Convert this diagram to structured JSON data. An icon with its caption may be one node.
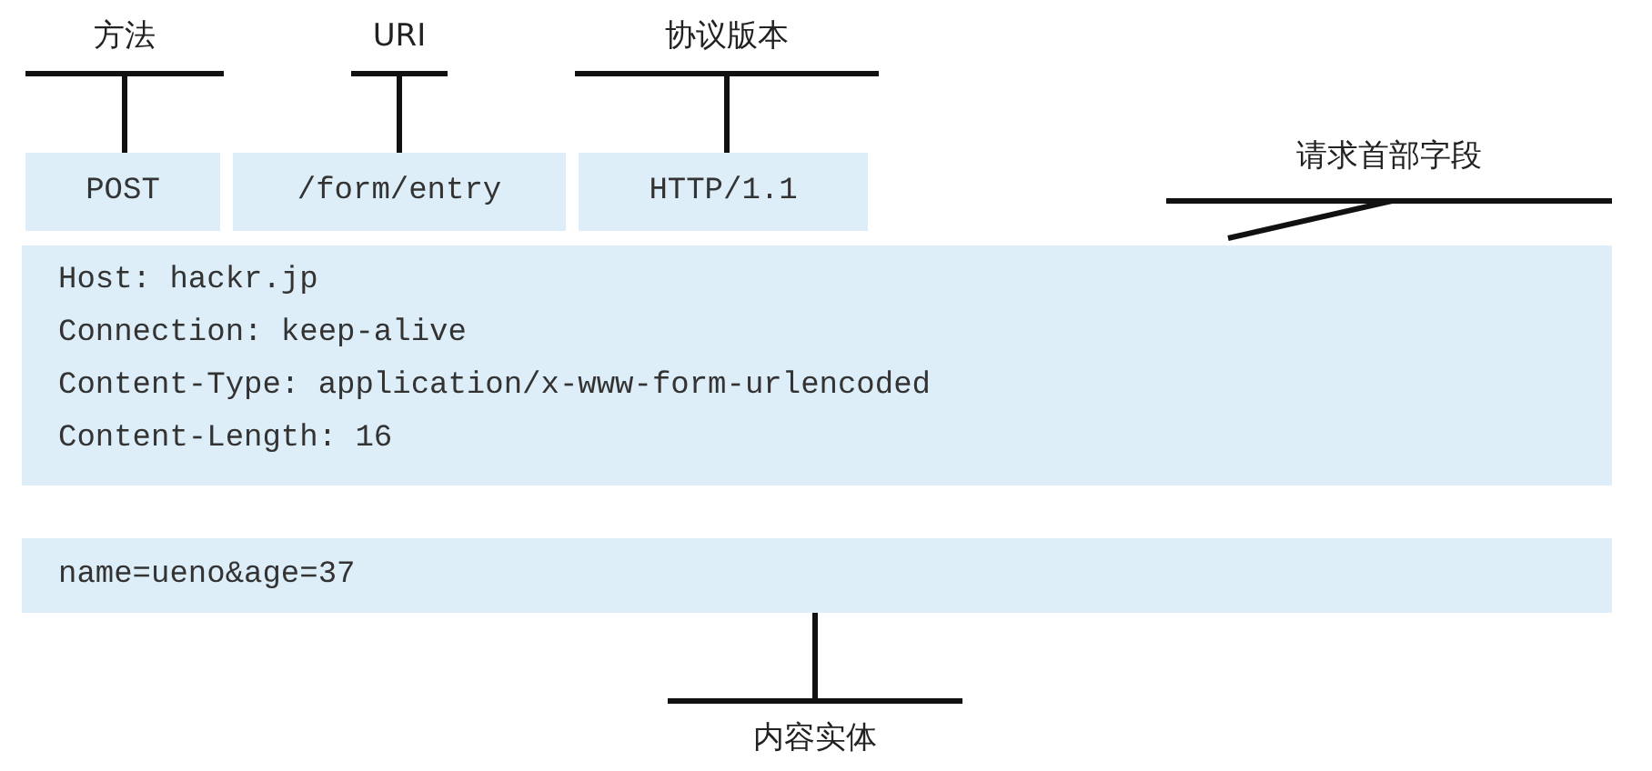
{
  "diagram": {
    "nodes": [
      {
        "text": [
          "方法"
        ]
      },
      {
        "text": [
          "URI"
        ]
      },
      {
        "text": [
          "协议版本"
        ]
      },
      {
        "text": [
          "POST"
        ]
      },
      {
        "text": [
          "/form/entry"
        ]
      },
      {
        "text": [
          "HTTP/1.1"
        ]
      },
      {
        "text": [
          "请求首部字段"
        ]
      },
      {
        "text": [
          "Host: hackr.jp",
          "Connection: keep-alive",
          "Content-Type: application/x-www-form-urlencoded",
          "Content-Length: 16"
        ]
      },
      {
        "text": [
          "name=ueno&age=37"
        ]
      },
      {
        "text": [
          "内容实体"
        ]
      }
    ],
    "edges": [
      {
        "from": 0,
        "to": 3,
        "arrow": "none"
      },
      {
        "from": 1,
        "to": 4,
        "arrow": "none"
      },
      {
        "from": 2,
        "to": 5,
        "arrow": "none"
      },
      {
        "from": 6,
        "to": 7,
        "arrow": "none"
      },
      {
        "from": 9,
        "to": 8,
        "arrow": "none"
      }
    ]
  }
}
